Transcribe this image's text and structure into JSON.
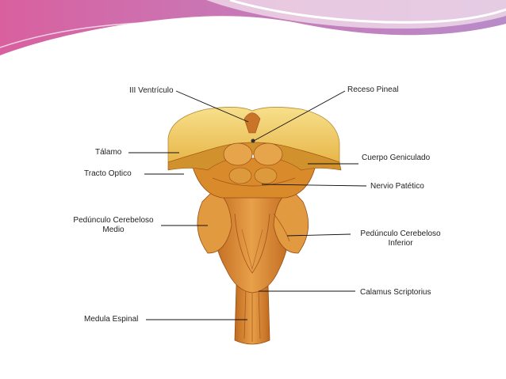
{
  "labels": {
    "iii_ventriculo": "III Ventrículo",
    "receso_pineal": "Receso Pineal",
    "talamo": "Tálamo",
    "cuerpo_geniculado": "Cuerpo Geniculado",
    "tracto_optico": "Tracto Optico",
    "nervio_patetico": "Nervio Patético",
    "pedunculo_medio_1": "Pedúnculo Cerebeloso",
    "pedunculo_medio_2": "Medio",
    "pedunculo_inferior_1": "Pedúnculo Cerebeloso",
    "pedunculo_inferior_2": "Inferior",
    "calamus": "Calamus Scriptorius",
    "medula": "Medula Espinal"
  },
  "colors": {
    "banner_pink": "#d9609f",
    "banner_purple": "#b98bc9",
    "brain_yellow": "#f2d36b",
    "brain_orange": "#d98a2a",
    "brain_dark": "#a9581a"
  }
}
